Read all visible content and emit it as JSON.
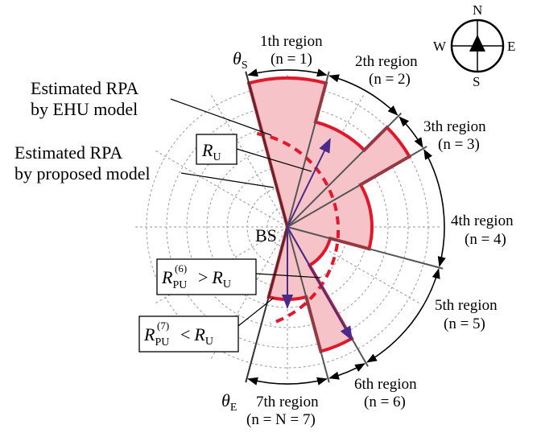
{
  "compass": {
    "north": "N",
    "south": "S",
    "east": "E",
    "west": "W"
  },
  "center_label": "BS",
  "theta_start": {
    "symbol": "θ",
    "subscript": "S"
  },
  "theta_end": {
    "symbol": "θ",
    "subscript": "E"
  },
  "regions": [
    {
      "title": "1th region",
      "n_label": "(n = 1)"
    },
    {
      "title": "2th region",
      "n_label": "(n = 2)"
    },
    {
      "title": "3th region",
      "n_label": "(n = 3)"
    },
    {
      "title": "4th region",
      "n_label": "(n = 4)"
    },
    {
      "title": "5th region",
      "n_label": "(n = 5)"
    },
    {
      "title": "6th region",
      "n_label": "(n = 6)"
    },
    {
      "title": "7th region",
      "n_label": "(n = N = 7)"
    }
  ],
  "annotations": {
    "ehu": [
      "Estimated RPA",
      "by EHU model"
    ],
    "proposed": [
      "Estimated RPA",
      "by proposed model"
    ]
  },
  "boxes": {
    "ru": {
      "base": "R",
      "sub": "U"
    },
    "rpu6": {
      "base": "R",
      "sub": "PU",
      "sup": "(6)",
      "op": ">",
      "rhs_base": "R",
      "rhs_sub": "U"
    },
    "rpu7": {
      "base": "R",
      "sub": "PU",
      "sup": "(7)",
      "op": "<",
      "rhs_base": "R",
      "rhs_sub": "U"
    }
  },
  "colors": {
    "sector_fill": "#f6c4c8",
    "sector_stroke": "#e0182c",
    "arrow": "#4b2a8a",
    "grid": "#9a9a9a",
    "divider": "#555555"
  }
}
